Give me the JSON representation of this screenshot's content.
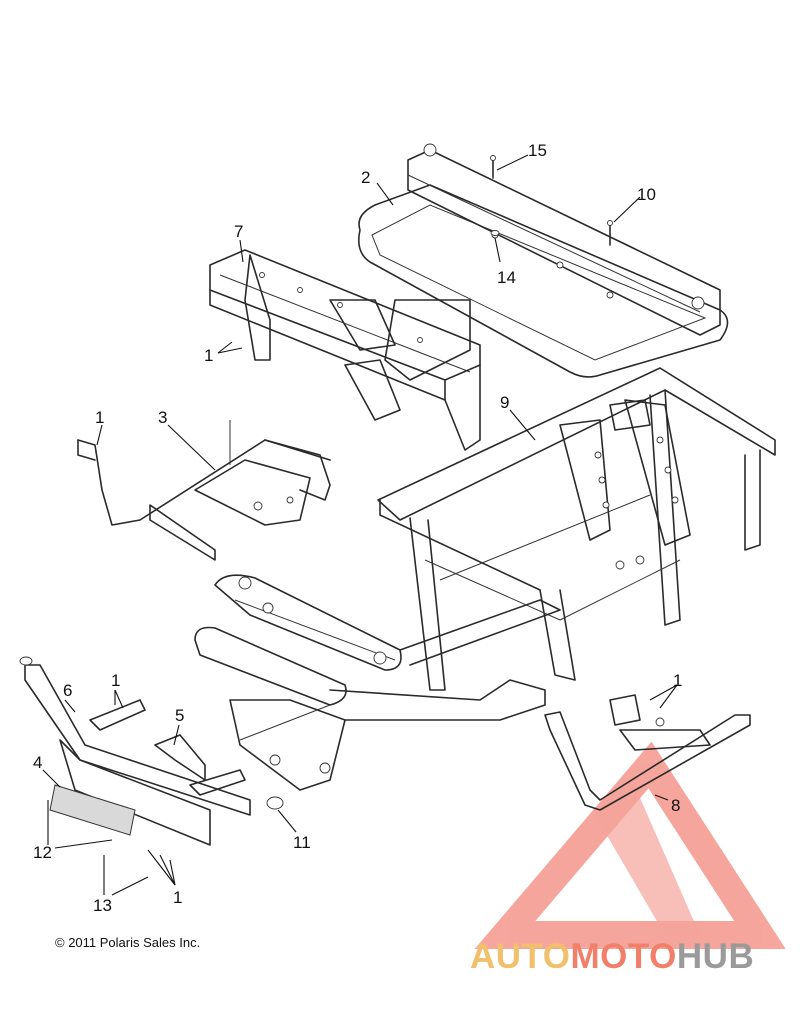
{
  "copyright": "© 2011 Polaris Sales Inc.",
  "watermark": {
    "segments": [
      "AUTO",
      "MOTO",
      "HUB"
    ],
    "colors": [
      "#f2bf6c",
      "#f17f6a",
      "#9a9a9a"
    ]
  },
  "callouts": [
    {
      "id": "c15",
      "text": "15"
    },
    {
      "id": "c2",
      "text": "2"
    },
    {
      "id": "c10",
      "text": "10"
    },
    {
      "id": "c7",
      "text": "7"
    },
    {
      "id": "c14",
      "text": "14"
    },
    {
      "id": "c1a",
      "text": "1"
    },
    {
      "id": "c9",
      "text": "9"
    },
    {
      "id": "c1b",
      "text": "1"
    },
    {
      "id": "c3",
      "text": "3"
    },
    {
      "id": "c6",
      "text": "6"
    },
    {
      "id": "c1c",
      "text": "1"
    },
    {
      "id": "c1d",
      "text": "1"
    },
    {
      "id": "c5",
      "text": "5"
    },
    {
      "id": "c4",
      "text": "4"
    },
    {
      "id": "c8",
      "text": "8"
    },
    {
      "id": "c11",
      "text": "11"
    },
    {
      "id": "c12",
      "text": "12"
    },
    {
      "id": "c1e",
      "text": "1"
    },
    {
      "id": "c13",
      "text": "13"
    }
  ]
}
